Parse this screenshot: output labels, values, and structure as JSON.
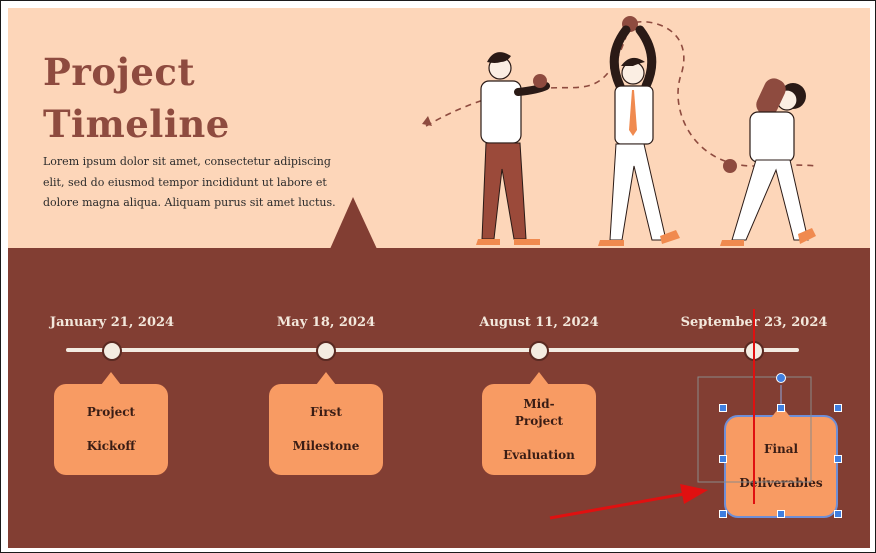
{
  "slide": {
    "title_line1": "Project",
    "title_line2": "Timeline",
    "body": "Lorem ipsum dolor sit amet, consectetur adipiscing elit, sed do eiusmod tempor incididunt ut labore et dolore magna aliqua. Aliquam purus sit amet luctus."
  },
  "timeline": {
    "milestones": [
      {
        "date": "January 21, 2024",
        "line1": "Project",
        "line2": "Kickoff"
      },
      {
        "date": "May 18, 2024",
        "line1": "First",
        "line2": "Milestone"
      },
      {
        "date": "August 11, 2024",
        "line1": "Mid-Project",
        "line2": "Evaluation"
      },
      {
        "date": "September 23, 2024",
        "line1": "Final",
        "line2": "Deliverables"
      }
    ]
  },
  "colors": {
    "background_top": "#fdd6b9",
    "background_bottom": "#823e33",
    "callout": "#f89b63",
    "title": "#8e4b3f",
    "selection_handle": "#3f7fe0",
    "annotation_arrow": "#e01010"
  }
}
